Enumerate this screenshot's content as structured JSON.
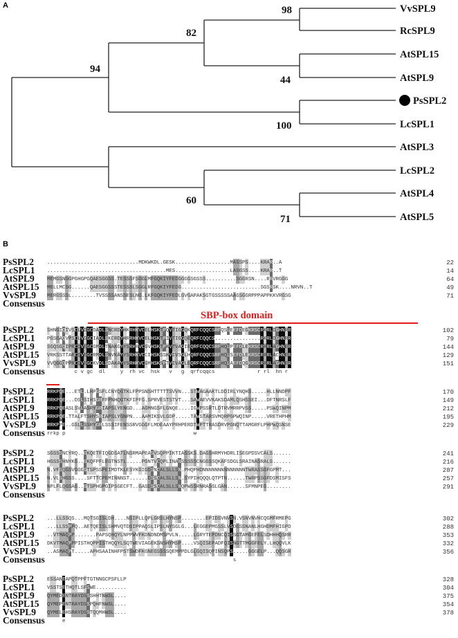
{
  "figure": {
    "panel_a_label": "A",
    "panel_b_label": "B"
  },
  "tree": {
    "leaves": [
      {
        "name": "VvSPL9",
        "marker": false
      },
      {
        "name": "RcSPL9",
        "marker": false
      },
      {
        "name": "AtSPL15",
        "marker": false
      },
      {
        "name": "AtSPL9",
        "marker": false
      },
      {
        "name": "PsSPL2",
        "marker": true
      },
      {
        "name": "LcSPL1",
        "marker": false
      },
      {
        "name": "AtSPL3",
        "marker": false
      },
      {
        "name": "LcSPL2",
        "marker": false
      },
      {
        "name": "AtSPL4",
        "marker": false
      },
      {
        "name": "AtSPL5",
        "marker": false
      }
    ],
    "bootstrap": {
      "vv_rc": "98",
      "spl9_clade": "82",
      "at15_at9": "44",
      "upper_clade": "94",
      "ps_lc": "100",
      "lc2_at45": "60",
      "at4_at5": "71"
    },
    "marker_icon": "filled-circle-icon"
  },
  "alignment": {
    "domain_label": "SBP-box domain",
    "domain_color": "#e41b1b",
    "consensus_label": "Consensus",
    "blocks": [
      {
        "rows": [
          {
            "name": "PsSPL2",
            "seq": "..............................MDKWKDL.GESK..................MASSPS....KRAR..A",
            "end": "22"
          },
          {
            "name": "LcSPL1",
            "seq": ".......................................MES..................LASGSS....KRAR..T",
            "end": "14"
          },
          {
            "name": "AtSPL9",
            "seq": "MEMGSNSGPGHGPGQAESGGSS.TESSSFSGGLMFGQKIYFEDGGGGSGSSS..........SGGRSN....RRVRGGG",
            "end": "64"
          },
          {
            "name": "AtSPL15",
            "seq": "MELLMCSG......QAESGGSSSTESSSLSGGLRFGQKIYFEDG..........................SGSRSK....NRVN..T",
            "end": "49"
          },
          {
            "name": "VvSPL9",
            "seq": "MERGSSSL........TVSSSSANSSESLNG.LKFGQKIYFEDLGVGAPAKSGTGSSSSSAAGSGGRPPPAPPKKVRGSG",
            "end": "71"
          }
        ],
        "consensus": ""
      },
      {
        "rows": [
          {
            "name": "PsSPL2",
            "seq": "SHNGIQIVSCLVDGCDADLSNCRDYHKRHKVCELHSKTPQVTIGGQKQRFCQQCSRFQSLEEFDEGKRSCRKRLDGHNRR",
            "end": "102"
          },
          {
            "name": "LcSPL1",
            "seq": "PGSGAQVPSCLVDGCIADLSKCRDYHRRHKVCELHSKTPIVTIGGQEQRFCQQCS...............RKRLDGHNRR",
            "end": "79"
          },
          {
            "name": "AtSPL9",
            "seq": "SGQSGQIPRCQVEGCGMDLTNAKGYYSRHRVCGVHSKTPKVTVAGIEQRFCQQCSRFHQLPEFDLEKRSCRRRLAGHNER",
            "end": "144"
          },
          {
            "name": "AtSPL15",
            "seq": "VRKSSTTARCQVEGCRMDLSNVKAYYSRHKVCCIHSKSSKVIVSGLHQRFCQQCSRFHQLSEFDLEKRSCRRRLACHNER",
            "end": "129"
          },
          {
            "name": "VvSPL9",
            "seq": "VVQGGQPPRCQVEGCKVDLSDAKAYYSRHKVCGMHSKSPTVIVAGLEQRFCQQCSRFHQLAEFDQGKRSCRRRLAGHNER",
            "end": "151"
          }
        ],
        "consensus": "         c v gc  dl     y  rh vc  hsk   v   g  qrfcqqcs              r rl  hn r"
      },
      {
        "rows": [
          {
            "name": "PsSPL2",
            "seq": "RRKPQE...ETL.LHPGSFLCNYQGTKLFPPSNSHTTTTTSVVN...STWAGAAKTLDDIRLYNQHS.....HLLNNDPF",
            "end": "170"
          },
          {
            "name": "LcSPL1",
            "seq": "RRKPQE...DSLSIHSGRFFPNHQGTKFIPFG.SPRVESTSTVT...SAWAEVVKAKSDAMLQSHSSEI...DFTNRSLF",
            "end": "149"
          },
          {
            "name": "AtSPL9",
            "seq": "RRKPQEASLSVLASRYGRIAPSLYENGD...AGMNGSFLGNQE....IGWPSSRTLDTRVMRRPVSS.....PSWQINPM",
            "end": "212"
          },
          {
            "name": "AtSPL15",
            "seq": "RRKPQE.TTALFTSHYSRIAPSLYGNPN...AAMIKSVLGDP.....TAWSTARSVMQRPGPWQINP.....VRETHPHM",
            "end": "195"
          },
          {
            "name": "VvSPL9",
            "seq": "RRKPPE..GSLLSSRYGRLSSSIFENSSRVGGGFLMDEAAYPRHPERDTWPTTRASDRVPGNQTTAMGRFLPHPWQSNSE",
            "end": "229"
          }
        ],
        "consensus": "rrkp p                                          w"
      },
      {
        "rows": [
          {
            "name": "PsSPL2",
            "seq": "SGSSSNCYRQ..GKQETFIQGDSATLNSRMAPEASVSQPPIKTIASSKS.DAGSHRMYHDRLISEGPDSVCALS......",
            "end": "241"
          },
          {
            "name": "LcSPL1",
            "seq": "HGSSSHNYKG..GKQFPFLEGTNSTL.....PGNTVCQPLINANSSSSSCNGGSSQKAFSDGLSRAINASRALS......",
            "end": "216"
          },
          {
            "name": "AtSPL9",
            "seq": "N.VFSQGSVGGGGTSPSSPEIMDTKLESYKGIGDSNCALSLLSN.PHQPHDNNNNNNNNNNNNNNTWRASSGFGPMT...",
            "end": "287"
          },
          {
            "name": "AtSPL15",
            "seq": "N.VLSHGSS....SFTTCPEMINNNST......DSSCALSLLSN.SYPIHQQQLQTPTN......TWRPSSGFDSMISFS",
            "end": "257"
          },
          {
            "name": "VvSPL9",
            "seq": "NPLFLQGSAG..GTSPHGPGIPSGECFT..GASDSSCALSLLSNQPWSSRNRASGLGAN......SFMNPEG........",
            "end": "291"
          }
        ],
        "consensus": ""
      },
      {
        "rows": [
          {
            "name": "PsSPL2",
            "seq": "...LLSSQS...MQTSGISLDH....NSIPLLQPLGRSLHYNSP........EPIDSVNVSN.VSNVNVHCQGMFRMEPG",
            "end": "302"
          },
          {
            "name": "LcSPL1",
            "seq": "...LLSSPPQ..AETQEISLSHMVQTDSIPPAQSLIPSLNYSGLG...LEGGEPMGSSLVSDGSSNANLHGHDMFHIGPD",
            "end": "288"
          },
          {
            "name": "AtSPL9",
            "seq": "..VTMAQPP.......PAPSQHQYLNPPWVFKDNDNDMSPVLN.....LGRYTEPDNCQISSGTAMGEFELSDHHHQSRR",
            "end": "353"
          },
          {
            "name": "AtSPL15",
            "seq": "DKVTMAQPPPISTHQPPISTHQQYLSQTWEVIAGEKSNSHYMSP....VSQISEPADFQISNGTTMGGFELY.LHQQVLK",
            "end": "332"
          },
          {
            "name": "VvSPL9",
            "seq": "..ASMAQPT.....APHSAAINHFPSTSWDFKGNEGSSSSQEMPPDLGLGQISQPINSQPS.....GGGELP...QQSGR",
            "end": "356"
          }
        ],
        "consensus": "                                                             s"
      },
      {
        "rows": [
          {
            "name": "PsSPL2",
            "seq": "ESSANEAPQTPPFTGTNNGCPSFLLP",
            "end": "328"
          },
          {
            "name": "LcSPL1",
            "seq": "VSSTSETHQTLSFSWE..........",
            "end": "304"
          },
          {
            "name": "AtSPL9",
            "seq": "QYMEDENTRAYDSSSHHTNWSL....",
            "end": "375"
          },
          {
            "name": "AtSPL15",
            "seq": "QYMEPENTRAYDSSPQHFNWSL....",
            "end": "354"
          },
          {
            "name": "VvSPL9",
            "seq": "QYMELEHSRAYDSSTQQMHWSL....",
            "end": "378"
          }
        ],
        "consensus": "     e"
      }
    ]
  }
}
